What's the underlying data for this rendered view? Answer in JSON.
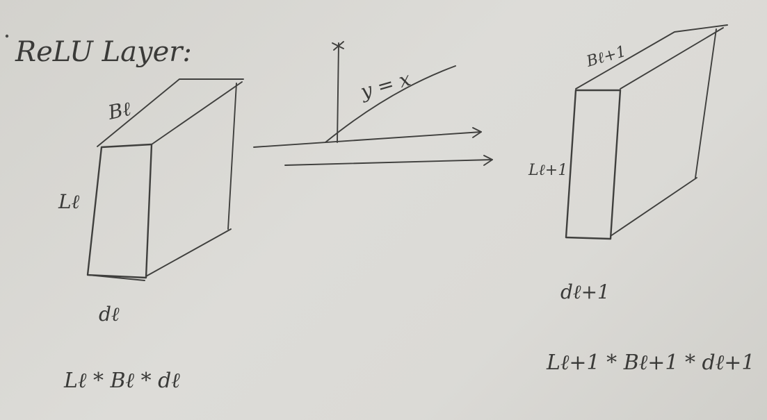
{
  "title": "ReLU Layer:",
  "input_block": {
    "top_label": "Bℓ",
    "side_label": "Lℓ",
    "bottom_label": "dℓ",
    "formula": "Lℓ * Bℓ * dℓ"
  },
  "relu_graph": {
    "line_label": "y = x"
  },
  "output_block": {
    "top_label": "Bℓ+1",
    "side_label": "Lℓ+1",
    "bottom_label": "dℓ+1",
    "formula": "Lℓ+1 * Bℓ+1 * dℓ+1"
  },
  "colors": {
    "board": "#d9d8d4",
    "ink": "#3f3f3d"
  }
}
